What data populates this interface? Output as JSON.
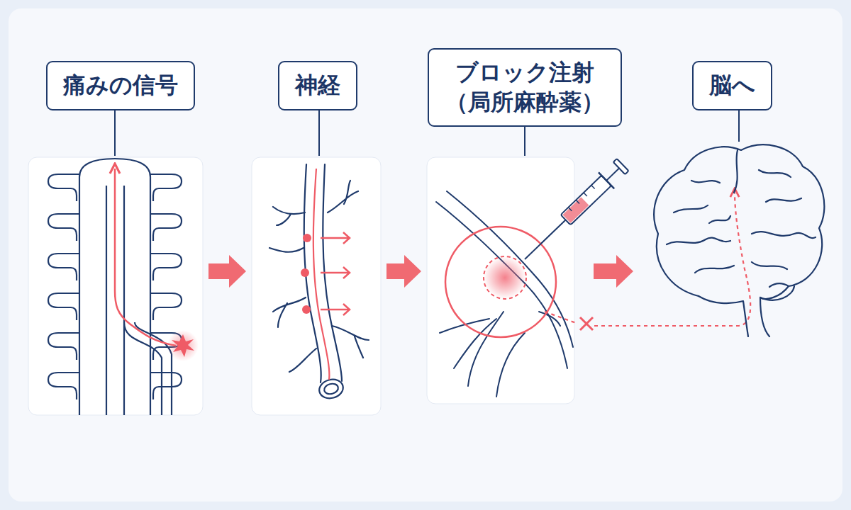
{
  "diagram": {
    "nodes": [
      {
        "text": [
          "痛みの信号"
        ]
      },
      {
        "text": [
          "神経"
        ]
      },
      {
        "text": [
          "ブロック注射 （局所麻酔薬）"
        ]
      },
      {
        "text": [
          "脳へ"
        ]
      }
    ],
    "edges": [
      {
        "from": 0,
        "to": 1,
        "arrow": "to"
      },
      {
        "from": 1,
        "to": 2,
        "arrow": "to"
      },
      {
        "from": 2,
        "to": 3,
        "arrow": "to"
      }
    ]
  }
}
